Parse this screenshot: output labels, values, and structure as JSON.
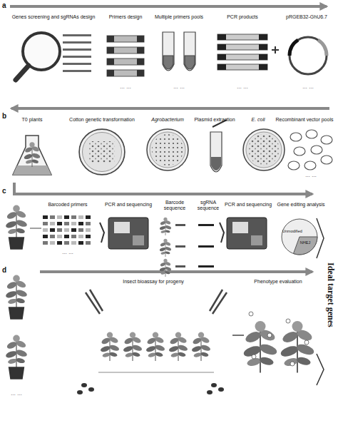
{
  "diagram": {
    "labels": [
      "a",
      "Genes screening and sgRNAs design",
      "Primers design",
      "Multiple primers pools",
      "PCR products",
      "pRGEB32-GhU6.7",
      "… …",
      "… …",
      "… …",
      "… …",
      "b",
      "T0 plants",
      "Cotton genetic transformation",
      "Agrobacterium",
      "Plasmid extraction",
      "E. coli",
      "Recombinant vector pools",
      "… …",
      "c",
      "Barcoded primers",
      "PCR and sequencing",
      "Barcode sequence",
      "sgRNA sequence",
      "PCR and sequencing",
      "Gene editing analysis",
      "Unmodified",
      "NHEJ",
      "… …",
      "d",
      "Insect bioassay for progeny",
      "Phenotype evaluation",
      "… …",
      "Ideal target genes"
    ]
  }
}
